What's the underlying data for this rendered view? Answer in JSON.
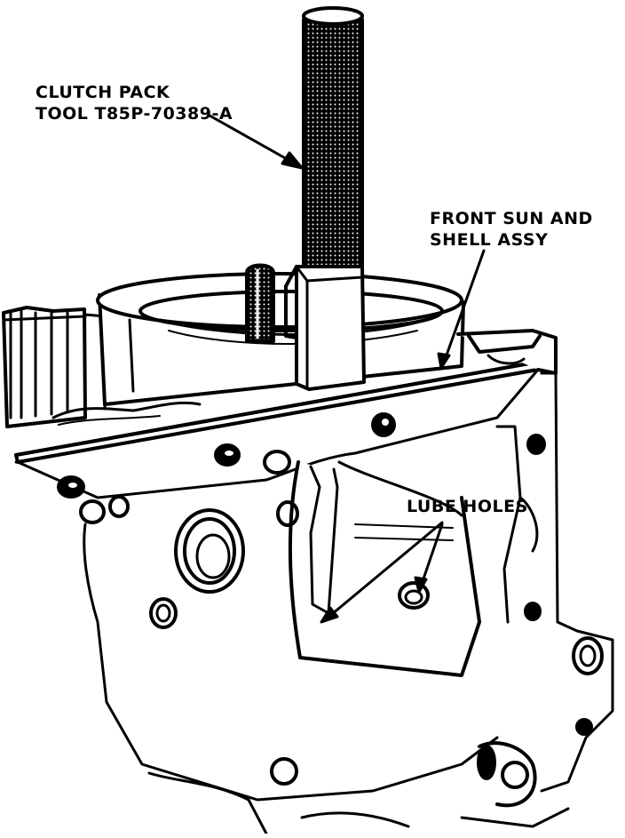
{
  "labels": {
    "tool": [
      "CLUTCH PACK",
      "TOOL T85P-70389-A"
    ],
    "front_sun": [
      "FRONT SUN AND",
      "SHELL ASSY"
    ],
    "lube": "LUBE HOLES"
  },
  "colors": {
    "ink": "#000000",
    "paper": "#ffffff"
  }
}
